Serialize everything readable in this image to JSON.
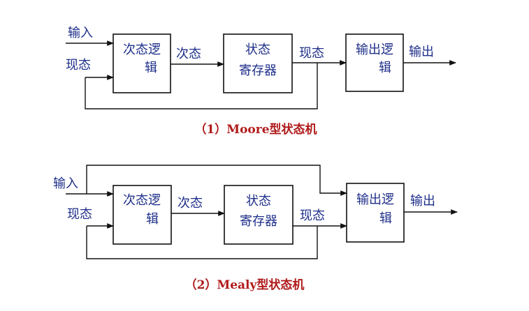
{
  "colors": {
    "label_text": "#1f2f8a",
    "caption_text": "#b01a1a",
    "lines": "#111111"
  },
  "diagrams": [
    {
      "labels": {
        "input": "输入",
        "present_state_in": "现态",
        "next_state": "次态",
        "present_state_out": "现态",
        "output": "输出"
      },
      "blocks": {
        "next_state_logic": [
          "次态逻",
          "辑"
        ],
        "state_register": [
          "状态",
          "寄存器"
        ],
        "output_logic": [
          "输出逻",
          "辑"
        ]
      },
      "caption": "（1）Moore型状态机"
    },
    {
      "labels": {
        "input": "输入",
        "present_state_in": "现态",
        "next_state": "次态",
        "present_state_out": "现态",
        "output": "输出"
      },
      "blocks": {
        "next_state_logic": [
          "次态逻",
          "辑"
        ],
        "state_register": [
          "状态",
          "寄存器"
        ],
        "output_logic": [
          "输出逻",
          "辑"
        ]
      },
      "caption": "（2）Mealy型状态机"
    }
  ]
}
